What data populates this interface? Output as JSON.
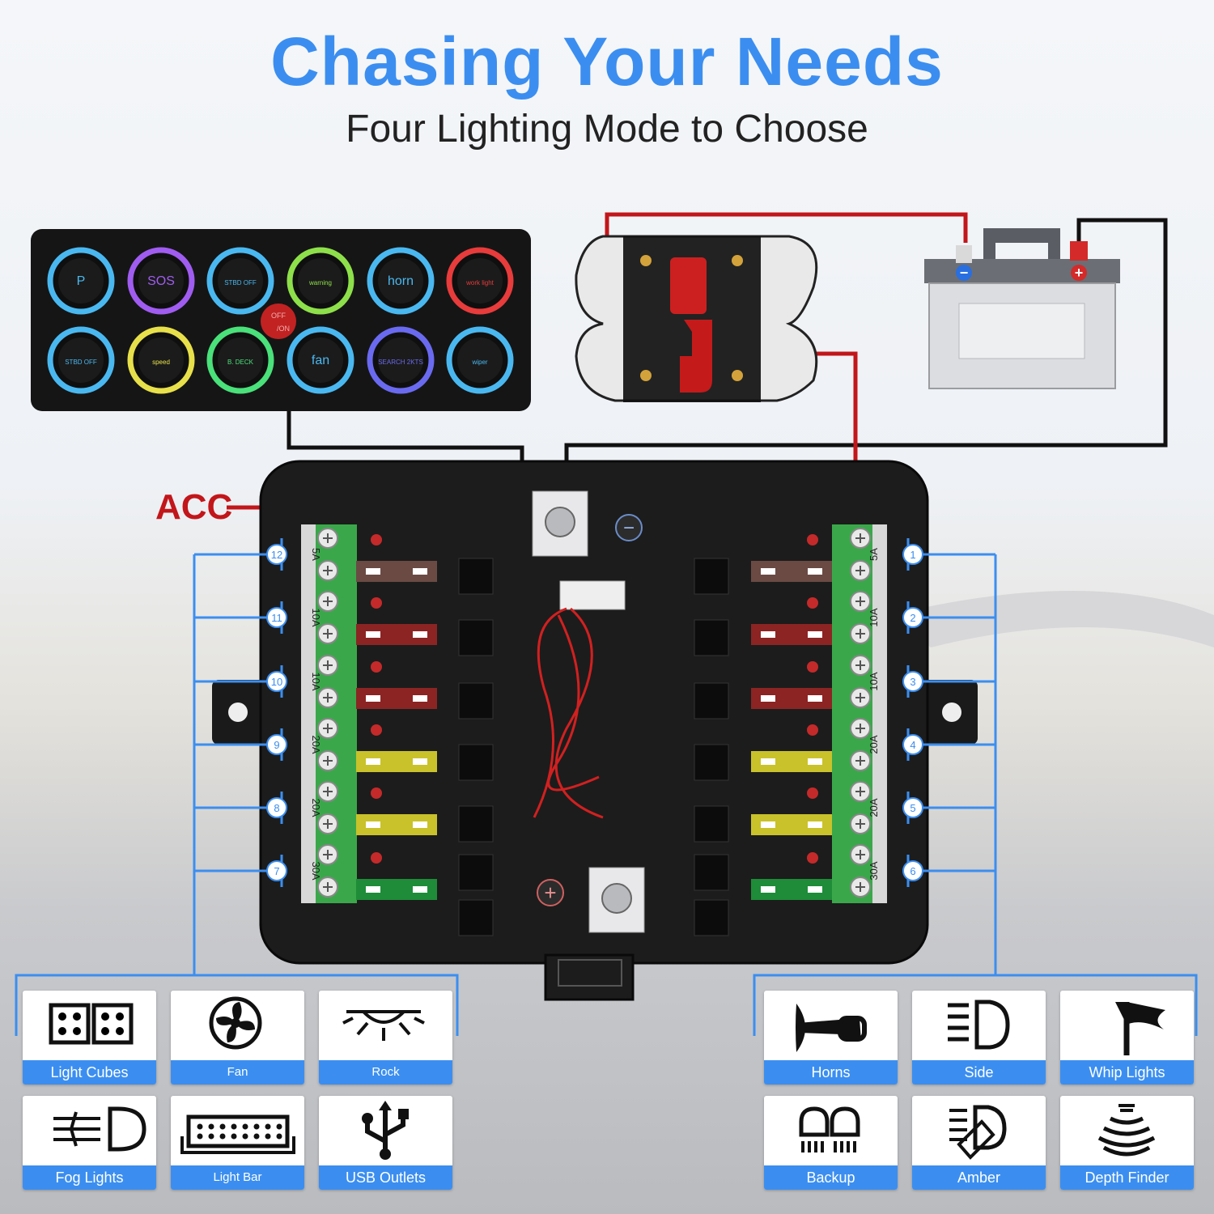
{
  "header": {
    "title": "Chasing Your Needs",
    "subtitle": "Four Lighting Mode to Choose"
  },
  "panel": {
    "switches_row1": [
      "P",
      "SOS",
      "STBD OFF",
      "warning",
      "horn",
      "work light"
    ],
    "switches_row2": [
      "STBD OFF",
      "speed",
      "B. DECK",
      "fan",
      "SEARCH 2KTS",
      "wiper"
    ],
    "toggle_label": "OFF/ON",
    "row1_colors": [
      "#4ab8f0",
      "#a05cf0",
      "#4ab8f0",
      "#8ee04a",
      "#4ab8f0",
      "#e83b3b"
    ],
    "row2_colors": [
      "#4ab8f0",
      "#e8e04a",
      "#4ae07a",
      "#4ab8f0",
      "#6a6af0",
      "#4ab8f0"
    ]
  },
  "fuse_box": {
    "acc_label": "ACC",
    "left_circuits": [
      "12",
      "11",
      "10",
      "9",
      "8",
      "7"
    ],
    "right_circuits": [
      "1",
      "2",
      "3",
      "4",
      "5",
      "6"
    ],
    "left_ratings": [
      "5A",
      "10A",
      "10A",
      "20A",
      "20A",
      "30A"
    ],
    "right_ratings": [
      "5A",
      "10A",
      "10A",
      "20A",
      "20A",
      "30A"
    ],
    "fuse_colors": [
      "#6b4a44",
      "#8c2424",
      "#8c2424",
      "#c9c22a",
      "#c9c22a",
      "#1e8c38"
    ],
    "negative_symbol": "−",
    "positive_symbol": "+"
  },
  "battery": {
    "negative": "−",
    "positive": "+"
  },
  "accessories_left": [
    {
      "label": "Light Cubes",
      "icon": "light-cubes-icon"
    },
    {
      "label": "Fan",
      "icon": "fan-icon"
    },
    {
      "label": "Rock",
      "icon": "rock-light-icon"
    },
    {
      "label": "Fog Lights",
      "icon": "fog-lights-icon"
    },
    {
      "label": "Light Bar",
      "icon": "light-bar-icon"
    },
    {
      "label": "USB Outlets",
      "icon": "usb-icon"
    }
  ],
  "accessories_right": [
    {
      "label": "Horns",
      "icon": "horn-icon"
    },
    {
      "label": "Side",
      "icon": "side-light-icon"
    },
    {
      "label": "Whip Lights",
      "icon": "whip-light-icon"
    },
    {
      "label": "Backup",
      "icon": "backup-light-icon"
    },
    {
      "label": "Amber",
      "icon": "amber-light-icon"
    },
    {
      "label": "Depth Finder",
      "icon": "depth-finder-icon"
    }
  ],
  "colors": {
    "accent": "#3b8ef0",
    "wire_red": "#c2161a",
    "wire_black": "#111111",
    "terminal_green": "#3aa84a"
  }
}
